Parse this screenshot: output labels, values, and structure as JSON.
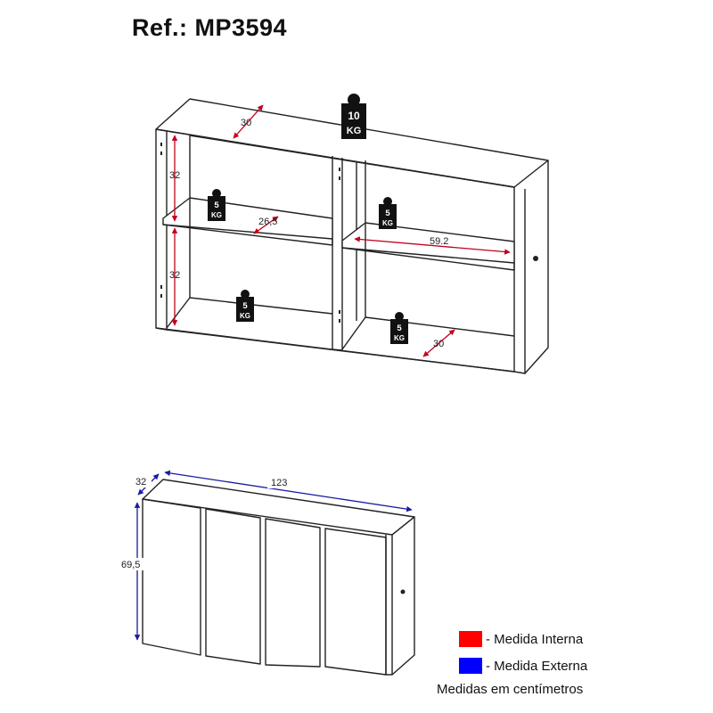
{
  "title": "Ref.: MP3594",
  "top_view": {
    "dims": {
      "depth_top": "30",
      "height_upper": "32",
      "height_lower": "32",
      "shelf_depth": "26,5",
      "shelf_width": "59.2",
      "depth_bottom": "30"
    },
    "weights": {
      "top": {
        "value": "10",
        "unit": "KG"
      },
      "shelf_left": {
        "value": "5",
        "unit": "KG"
      },
      "shelf_right": {
        "value": "5",
        "unit": "KG"
      },
      "bottom_left": {
        "value": "5",
        "unit": "KG"
      },
      "bottom_right": {
        "value": "5",
        "unit": "KG"
      }
    }
  },
  "front_view": {
    "dims": {
      "depth": "32",
      "width": "123",
      "height": "69,5"
    }
  },
  "legend": {
    "internal": {
      "label": "- Medida Interna",
      "color": "#ff0000"
    },
    "external": {
      "label": "- Medida Externa",
      "color": "#0000ff"
    },
    "note": "Medidas em centímetros"
  },
  "colors": {
    "internal_dim": "#c0001a",
    "external_dim": "#1a1aa0",
    "line": "#222222",
    "weight": "#111111"
  }
}
